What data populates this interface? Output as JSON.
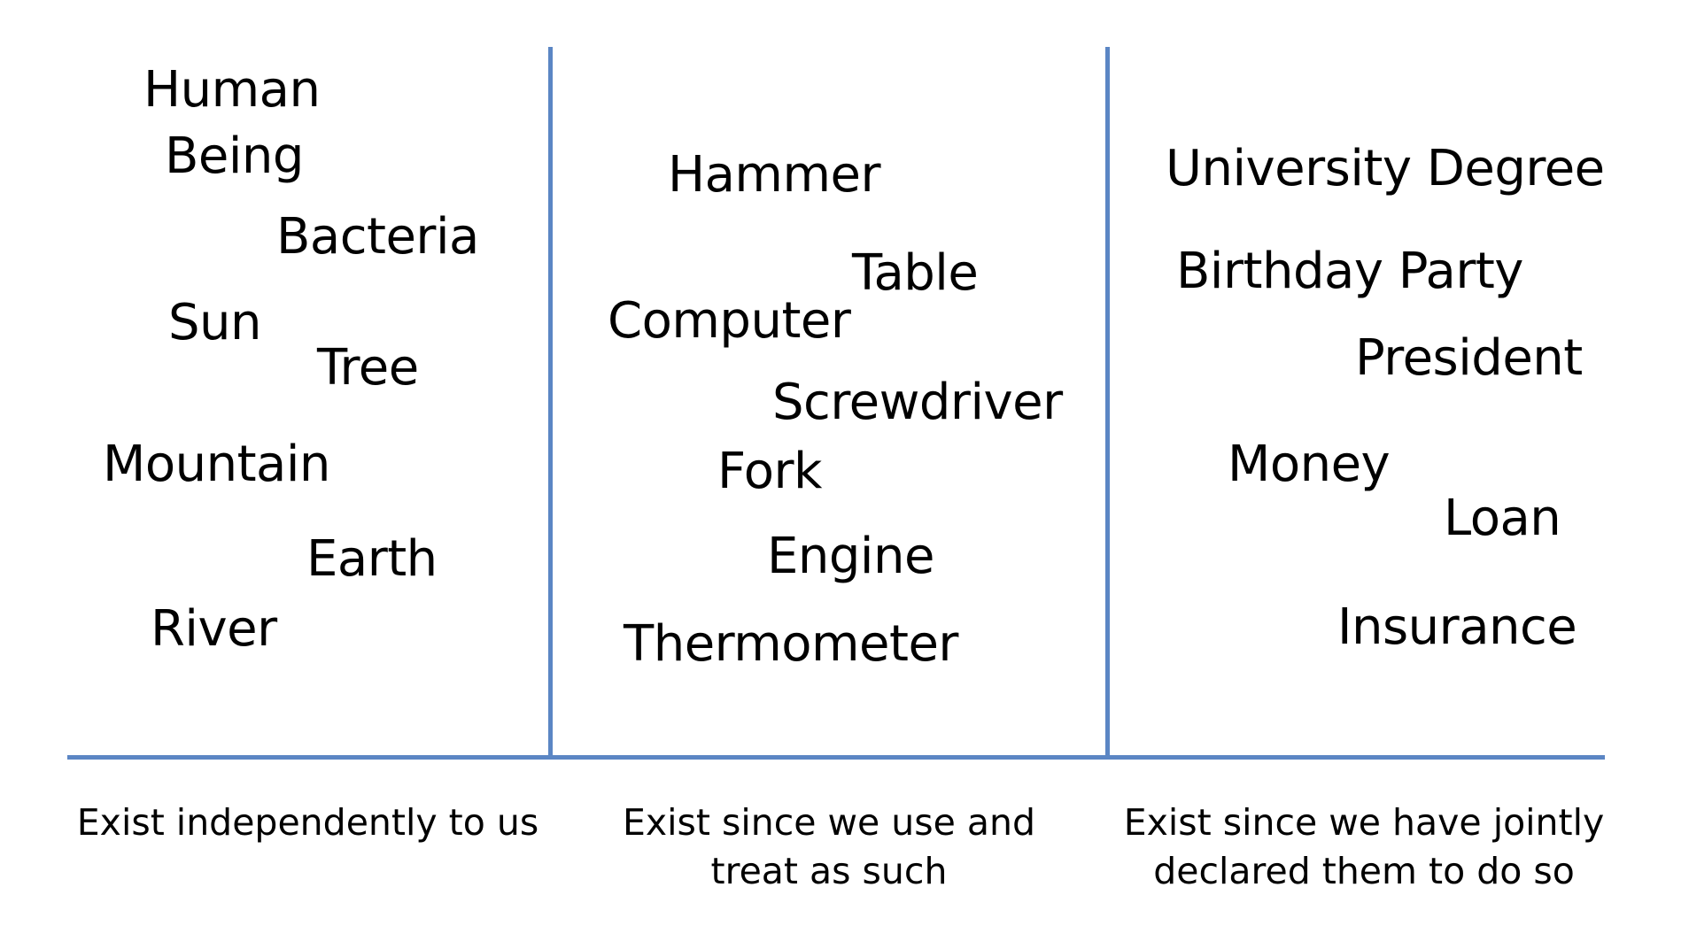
{
  "colors": {
    "divider": "#5b86c4",
    "text": "#000000",
    "background": "#ffffff"
  },
  "columns": [
    {
      "id": "natural",
      "items": [
        "Human",
        "Being",
        "Bacteria",
        "Sun",
        "Tree",
        "Mountain",
        "Earth",
        "River"
      ],
      "caption_lines": [
        "Exist independently to us"
      ]
    },
    {
      "id": "artifacts",
      "items": [
        "Hammer",
        "Table",
        "Computer",
        "Screwdriver",
        "Fork",
        "Engine",
        "Thermometer"
      ],
      "caption_lines": [
        "Exist since we use and",
        "treat as such"
      ]
    },
    {
      "id": "social",
      "items": [
        "University Degree",
        "Birthday Party",
        "President",
        "Money",
        "Loan",
        "Insurance"
      ],
      "caption_lines": [
        "Exist since we have jointly",
        "declared them to do so"
      ]
    }
  ]
}
